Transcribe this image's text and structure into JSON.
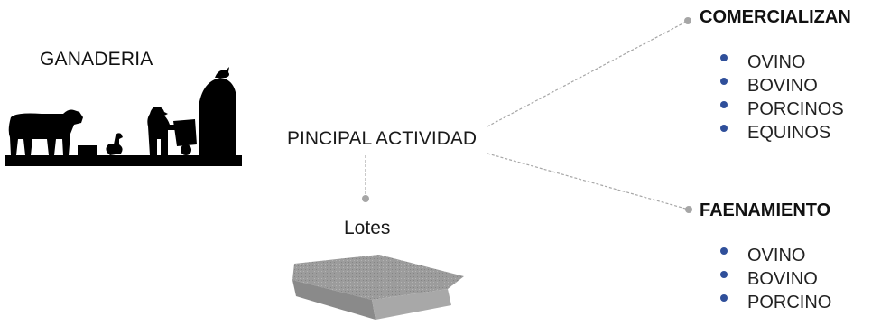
{
  "left": {
    "title": "GANADERIA",
    "illustration_icon": "farm-silhouette-icon"
  },
  "center": {
    "label": "PINCIPAL ACTIVIDAD"
  },
  "lots": {
    "label": "Lotes",
    "icon": "land-plot-icon"
  },
  "branches": {
    "comercializan": {
      "title": "COMERCIALIZAN",
      "items": [
        "OVINO",
        "BOVINO",
        "PORCINOS",
        "EQUINOS"
      ]
    },
    "faenamiento": {
      "title": "FAENAMIENTO",
      "items": [
        "OVINO",
        "BOVINO",
        "PORCINO"
      ]
    }
  },
  "colors": {
    "connector": "#a6a6a6",
    "bullet": "#2f4f9a",
    "silhouette": "#000000",
    "plot": "#9a9a9a"
  }
}
